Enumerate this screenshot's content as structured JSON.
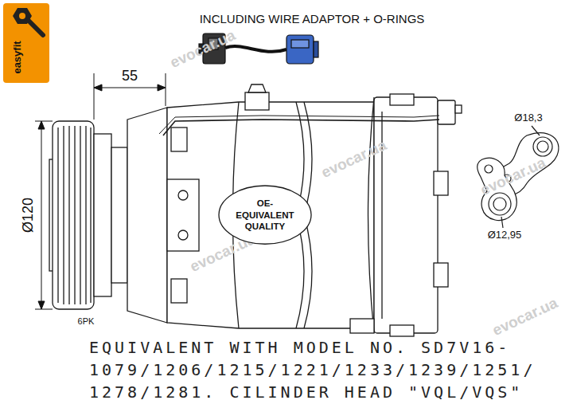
{
  "diagram": {
    "nodes": [
      {
        "text": [
          "OE- EQUIVALENT QUALITY"
        ]
      }
    ],
    "labels": [
      "INCLUDING WIRE ADAPTOR + O-RINGS",
      "easyfit",
      "55",
      "Ø120",
      "6PK",
      "Ø18,3",
      "Ø12,95",
      "EQUIVALENT WITH MODEL NO. SD7V16- 1079/1206/1215/1221/1233/1239/1251/ 1278/1281. CILINDER HEAD \"VQL/VQS\"",
      "evocar.ua",
      "evocar.ua",
      "evocar.ua",
      "evocar.ua",
      "evocar.ua"
    ]
  }
}
